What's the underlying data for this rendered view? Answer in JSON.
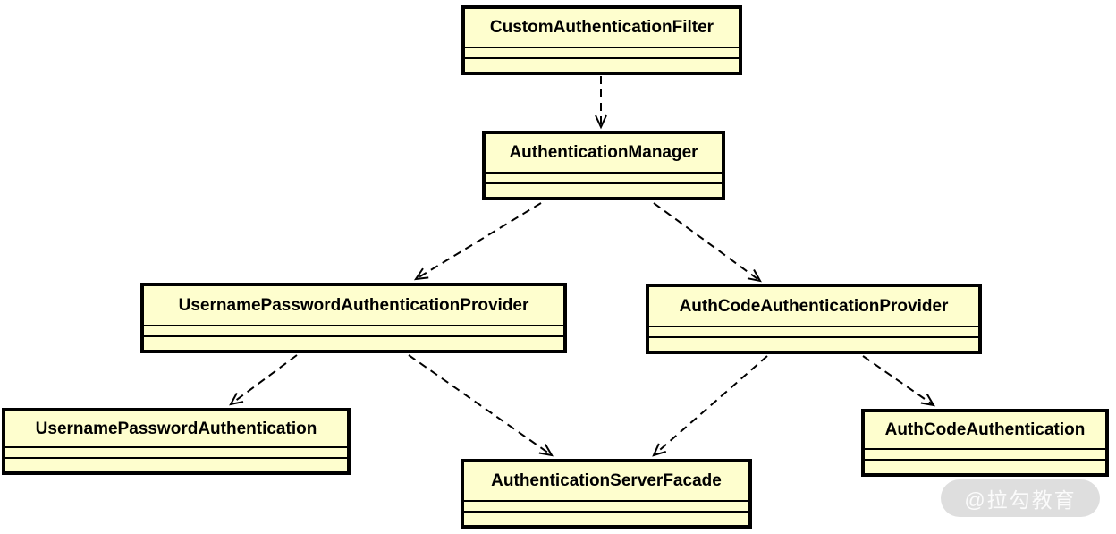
{
  "diagram": {
    "type": "uml-class-diagram",
    "background_color": "#ffffff",
    "node_fill_color": "#fefece",
    "node_border_color": "#000000",
    "edge_style": "dashed-open-arrow-dependency",
    "nodes": [
      {
        "id": "CustomAuthenticationFilter",
        "label": "CustomAuthenticationFilter",
        "attributes": [],
        "methods": []
      },
      {
        "id": "AuthenticationManager",
        "label": "AuthenticationManager",
        "attributes": [],
        "methods": []
      },
      {
        "id": "UsernamePasswordAuthenticationProvider",
        "label": "UsernamePasswordAuthenticationProvider",
        "attributes": [],
        "methods": []
      },
      {
        "id": "AuthCodeAuthenticationProvider",
        "label": "AuthCodeAuthenticationProvider",
        "attributes": [],
        "methods": []
      },
      {
        "id": "UsernamePasswordAuthentication",
        "label": "UsernamePasswordAuthentication",
        "attributes": [],
        "methods": []
      },
      {
        "id": "AuthenticationServerFacade",
        "label": "AuthenticationServerFacade",
        "attributes": [],
        "methods": []
      },
      {
        "id": "AuthCodeAuthentication",
        "label": "AuthCodeAuthentication",
        "attributes": [],
        "methods": []
      }
    ],
    "edges": [
      {
        "from": "CustomAuthenticationFilter",
        "to": "AuthenticationManager"
      },
      {
        "from": "AuthenticationManager",
        "to": "UsernamePasswordAuthenticationProvider"
      },
      {
        "from": "AuthenticationManager",
        "to": "AuthCodeAuthenticationProvider"
      },
      {
        "from": "UsernamePasswordAuthenticationProvider",
        "to": "UsernamePasswordAuthentication"
      },
      {
        "from": "UsernamePasswordAuthenticationProvider",
        "to": "AuthenticationServerFacade"
      },
      {
        "from": "AuthCodeAuthenticationProvider",
        "to": "AuthenticationServerFacade"
      },
      {
        "from": "AuthCodeAuthenticationProvider",
        "to": "AuthCodeAuthentication"
      }
    ]
  },
  "watermark": {
    "text": "@拉勾教育",
    "pill_color": "#dedede",
    "text_color": "#f5f5f5"
  }
}
